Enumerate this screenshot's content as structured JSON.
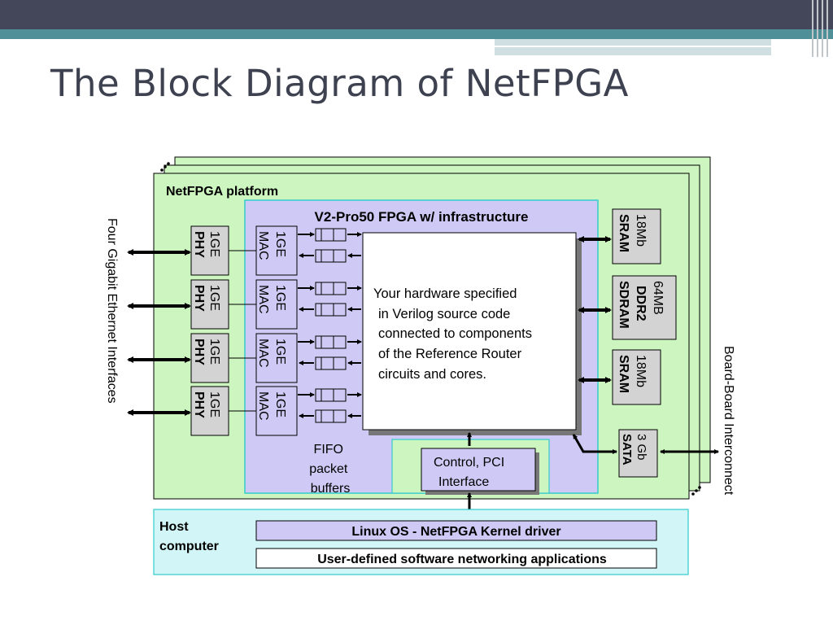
{
  "slide": {
    "title": "The Block Diagram of NetFPGA"
  },
  "diagram": {
    "platform_label": "NetFPGA platform",
    "fpga_label": "V2-Pro50 FPGA w/ infrastructure",
    "left_side_label": "Four Gigabit Ethernet Interfaces",
    "right_side_label": "Board-Board Interconnect",
    "phy_line1": "1GE",
    "phy_line2": "PHY",
    "mac_line1": "1GE",
    "mac_line2": "MAC",
    "fifo_label": [
      "FIFO",
      "packet",
      "buffers"
    ],
    "core_text": [
      "Your hardware specified",
      "in Verilog source code",
      "connected to components",
      "of the Reference Router",
      "circuits and cores."
    ],
    "memory": [
      {
        "line1": "18Mb",
        "line2": "SRAM"
      },
      {
        "line1": "64MB",
        "line2": "DDR2",
        "line3": "SDRAM"
      },
      {
        "line1": "18Mb",
        "line2": "SRAM"
      }
    ],
    "sata": {
      "line1": "3 Gb",
      "line2": "SATA"
    },
    "control": [
      "Control, PCI",
      "Interface"
    ],
    "host_label": [
      "Host",
      "computer"
    ],
    "linux_label": "Linux OS - NetFPGA Kernel driver",
    "user_apps_label": "User-defined software networking applications"
  },
  "colors": {
    "board_green": "#ccf5c0",
    "fpga_purple": "#cfcaf5",
    "host_cyan": "#d2f5f7",
    "box_gray": "#d3d3d3",
    "title_color": "#3d4150"
  }
}
